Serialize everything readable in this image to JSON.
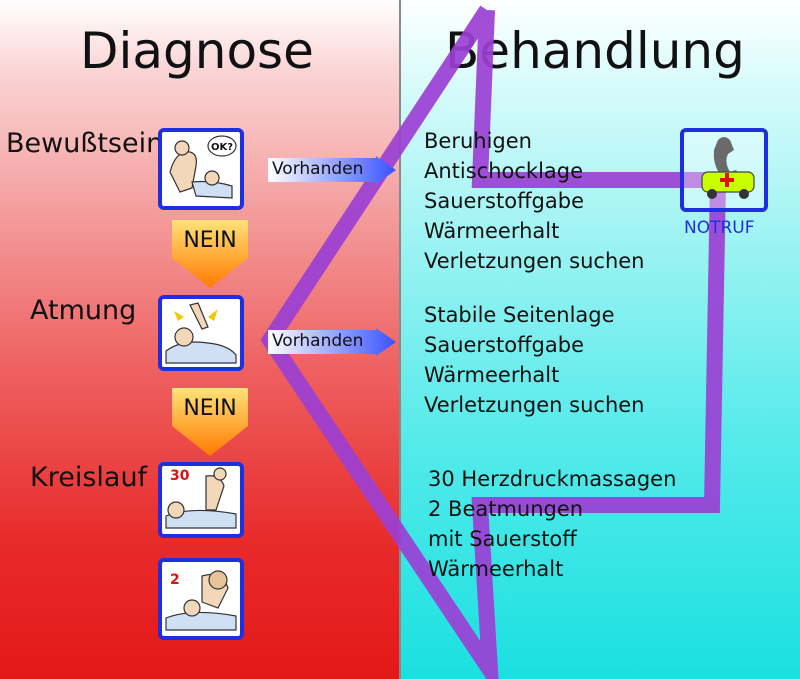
{
  "headings": {
    "left": "Diagnose",
    "right": "Behandlung"
  },
  "steps": [
    {
      "label": "Bewußtsein",
      "treatment": [
        "Beruhigen",
        "Antischocklage",
        "Sauerstoffgabe",
        "Wärmeerhalt",
        "Verletzungen suchen"
      ]
    },
    {
      "label": "Atmung",
      "treatment": [
        "Stabile Seitenlage",
        "Sauerstoffgabe",
        "Wärmeerhalt",
        "Verletzungen suchen"
      ]
    },
    {
      "label": "Kreislauf",
      "treatment": [
        "30 Herzdruckmassagen",
        "2 Beatmungen",
        "mit Sauerstoff",
        "Wärmeerhalt"
      ]
    }
  ],
  "arrows": {
    "no_label": "NEIN",
    "present_label": "Vorhanden"
  },
  "card_texts": {
    "ok_bubble": "OK?",
    "compressions": "30",
    "breaths": "2"
  },
  "notruf": {
    "label": "NOTRUF"
  },
  "colors": {
    "card_border": "#1e2fe0",
    "path": "#9b3fd4",
    "arrow_orange": "#ff8a00",
    "cross": "#e01010",
    "ambulance": "#c8ff00"
  }
}
